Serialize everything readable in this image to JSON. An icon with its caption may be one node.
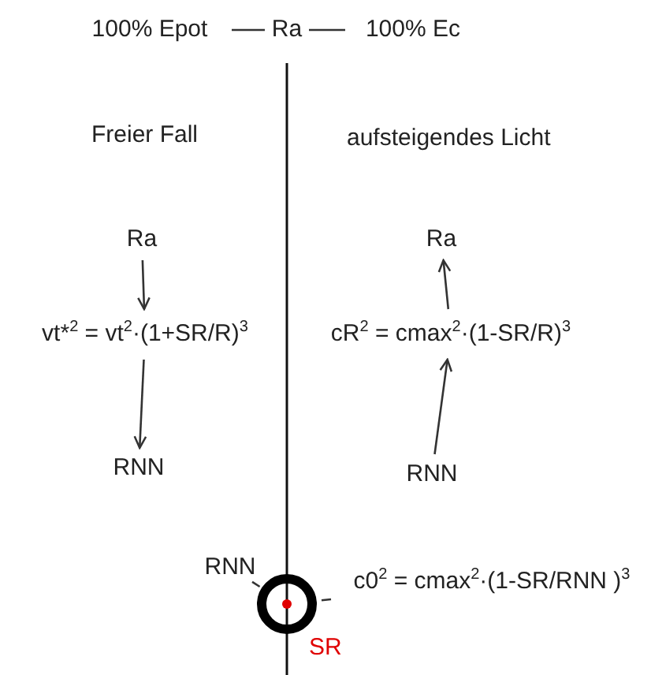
{
  "diagram": {
    "nodes": [
      {
        "text": [
          "100% Epot"
        ]
      },
      {
        "text": [
          "Ra"
        ]
      },
      {
        "text": [
          "100% Ec"
        ]
      },
      {
        "text": [
          "Ra"
        ]
      },
      {
        "text": [
          "vt*$^{2}$ = vt$^{2}$·(1+SR/R)$^{3}$"
        ]
      },
      {
        "text": [
          "RNN"
        ]
      },
      {
        "text": [
          "Ra"
        ]
      },
      {
        "text": [
          "cR$^{2}$ = cmax$^{2}$·(1-SR/R)$^{3}$"
        ]
      },
      {
        "text": [
          "RNN"
        ]
      },
      {
        "text": [
          "RNN"
        ]
      },
      {
        "text": [],
        "shape": "circle"
      },
      {
        "text": [
          "c0$^{2}$ = cmax$^{2}$·(1-SR/RNN )$^{3}$"
        ]
      }
    ],
    "edges": [
      {
        "from": 0,
        "to": 1,
        "arrow": "none"
      },
      {
        "from": 1,
        "to": 2,
        "arrow": "none"
      },
      {
        "from": 3,
        "to": 4,
        "arrow": "to"
      },
      {
        "from": 4,
        "to": 5,
        "arrow": "to"
      },
      {
        "from": 8,
        "to": 7,
        "arrow": "to"
      },
      {
        "from": 7,
        "to": 6,
        "arrow": "to"
      },
      {
        "from": 9,
        "to": 10,
        "arrow": "none"
      },
      {
        "from": 11,
        "to": 10,
        "arrow": "none"
      }
    ],
    "labels": [
      "Freier Fall",
      "aufsteigendes Licht",
      "SR"
    ]
  }
}
